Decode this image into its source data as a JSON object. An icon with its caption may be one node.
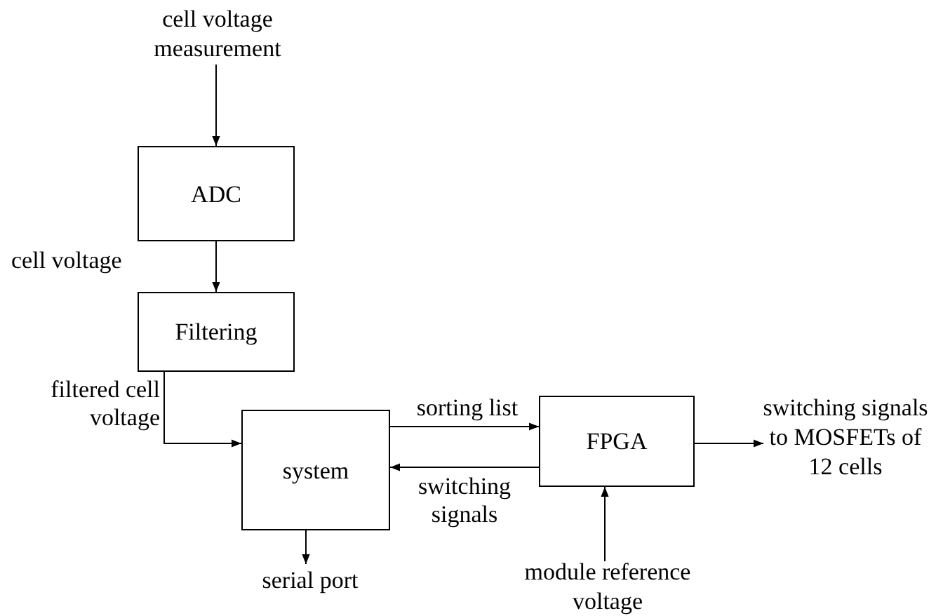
{
  "diagram": {
    "nodes": [
      {
        "text": [
          "cell voltage measurement"
        ]
      },
      {
        "text": [
          "ADC"
        ]
      },
      {
        "text": [
          "Filtering"
        ]
      },
      {
        "text": [
          "system"
        ]
      },
      {
        "text": [
          "FPGA"
        ]
      },
      {
        "text": [
          "switching signals to MOSFETs of 12 cells"
        ]
      },
      {
        "text": [
          "serial port"
        ]
      },
      {
        "text": [
          "module reference voltage"
        ]
      }
    ],
    "edges": [
      {
        "from": 0,
        "to": 1,
        "arrow": "to"
      },
      {
        "from": 1,
        "to": 2,
        "arrow": "to",
        "label": "cell voltage"
      },
      {
        "from": 2,
        "to": 3,
        "arrow": "to",
        "label": "filtered cell voltage"
      },
      {
        "from": 3,
        "to": 4,
        "arrow": "to",
        "label": "sorting list"
      },
      {
        "from": 4,
        "to": 3,
        "arrow": "to",
        "label": "switching signals"
      },
      {
        "from": 4,
        "to": 5,
        "arrow": "to"
      },
      {
        "from": 3,
        "to": 6,
        "arrow": "to"
      },
      {
        "from": 7,
        "to": 4,
        "arrow": "to"
      }
    ]
  }
}
